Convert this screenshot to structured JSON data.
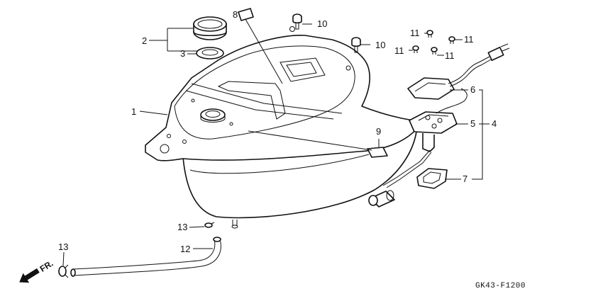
{
  "callouts": {
    "c1": "1",
    "c2": "2",
    "c3": "3",
    "c4": "4",
    "c5": "5",
    "c6": "6",
    "c7": "7",
    "c8": "8",
    "c9": "9",
    "c10a": "10",
    "c10b": "10",
    "c11a": "11",
    "c11b": "11",
    "c11c": "11",
    "c11d": "11",
    "c12": "12",
    "c13a": "13",
    "c13b": "13"
  },
  "direction_label": "FR.",
  "drawing_code": "GK43-F1200"
}
